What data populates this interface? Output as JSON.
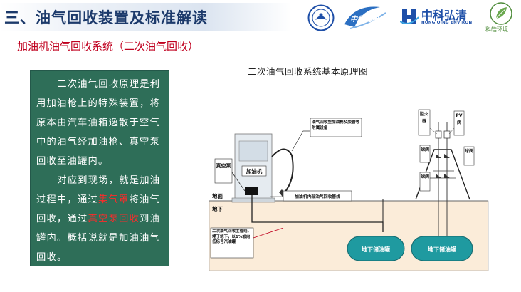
{
  "header": {
    "title": "三、油气回收装置及标准解读",
    "logos": [
      {
        "name": "institute-seal-logo",
        "text": ""
      },
      {
        "name": "zhongke-guangdian-logo",
        "text": "中科光电"
      },
      {
        "name": "zhongke-hongqing-logo",
        "text": "中科弘清",
        "subtext": "HONG QING ENVIRON"
      },
      {
        "name": "kehao-environment-logo",
        "text": "科皓环境"
      }
    ],
    "brand_colors": {
      "title": "#1c3a6b",
      "hongqing": "#1e4fa8",
      "kehao": "#4e8b3a"
    }
  },
  "subtitle": "加油机油气回收系统（二次油气回收）",
  "textbox": {
    "p1": "二次油气回收原理是利用加油枪上的特殊装置，将原本由汽车油箱逸散于空气中的油气经加油枪、真空泵回收至油罐内。",
    "p2_a": "对应到现场，就是加油过程中，通过",
    "p2_hl1": "集气罩",
    "p2_b": "将油气回收，通过",
    "p2_hl2": "真空泵回收",
    "p2_c": "到油罐内。概括说就是加油油气回收。",
    "bg_color": "#2e6e58",
    "highlight_color": "#ff2a2a"
  },
  "diagram": {
    "title": "二次油气回收系统基本原理图",
    "labels": {
      "vacuum_pump": "真空泵",
      "dispenser": "加油机",
      "ground": "地面",
      "underground": "地下",
      "nozzle_note": "油气回收型加油枪及胶管等附属设备",
      "pipe_note": "加油机内部油气回收管线",
      "main_pipe_note": "二次油气回收主管线，埋于地下，以1%坡向低标号汽油罐",
      "tank1": "地下储油罐",
      "tank2": "地下储油罐",
      "flame_arrester": "阻火器",
      "pv_valve": "PV阀",
      "ball_valve_left": "球阀",
      "ball_valve_right": "球阀",
      "ball_valve_lower": "球阀"
    }
  }
}
